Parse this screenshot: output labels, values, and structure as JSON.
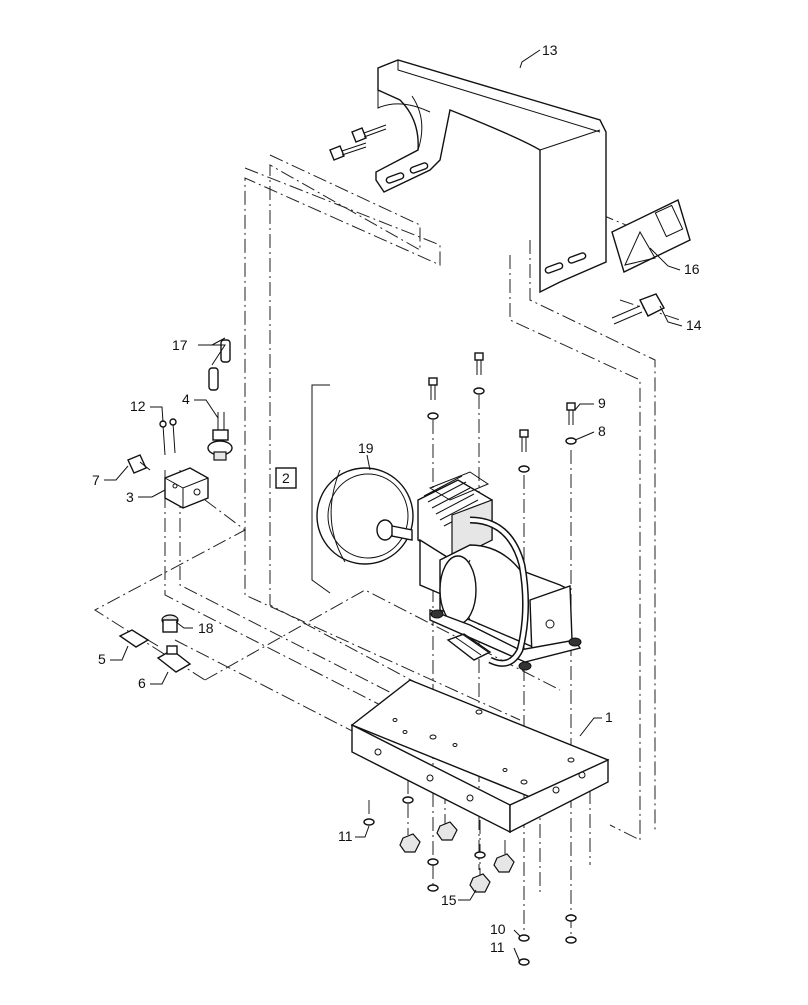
{
  "callouts": {
    "c1": "1",
    "c2": "2",
    "c3": "3",
    "c4": "4",
    "c5": "5",
    "c6": "6",
    "c7": "7",
    "c8": "8",
    "c9": "9",
    "c10": "10",
    "c11a": "11",
    "c11b": "11",
    "c12": "12",
    "c13": "13",
    "c14": "14",
    "c15": "15",
    "c16": "16",
    "c17": "17",
    "c18": "18",
    "c19": "19"
  },
  "colors": {
    "line": "#111111",
    "background": "#ffffff"
  }
}
